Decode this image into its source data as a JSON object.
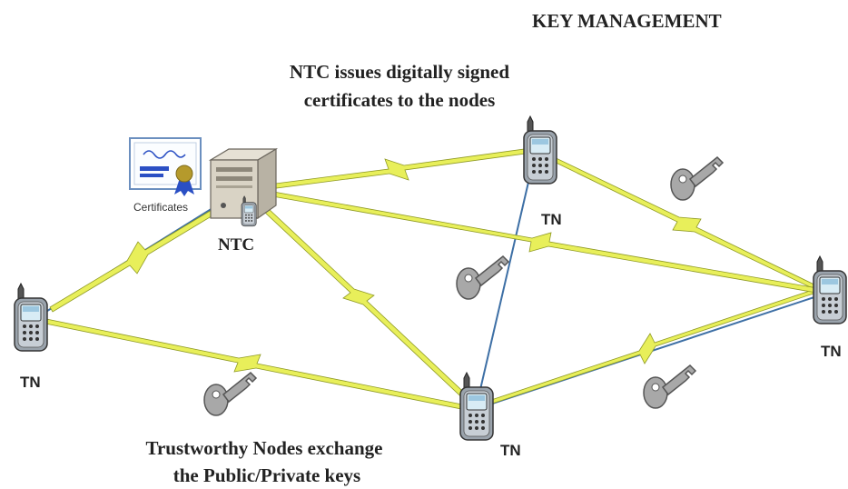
{
  "title": "KEY MANAGEMENT",
  "caption_top": {
    "line1": "NTC issues digitally signed",
    "line2": "certificates to the nodes"
  },
  "caption_bottom": {
    "line1": "Trustworthy Nodes exchange",
    "line2": "the Public/Private keys"
  },
  "certificate_label": "Certificates",
  "server_label": "NTC",
  "node_labels": {
    "left": "TN",
    "top": "TN",
    "bottom": "TN",
    "right": "TN"
  },
  "colors": {
    "link_line": "#3d6fa5",
    "lightning": "#e8ef5a",
    "key_fill": "#a8a8a8",
    "ribbon": "#2a4fc4",
    "seal": "#b59a2c"
  }
}
